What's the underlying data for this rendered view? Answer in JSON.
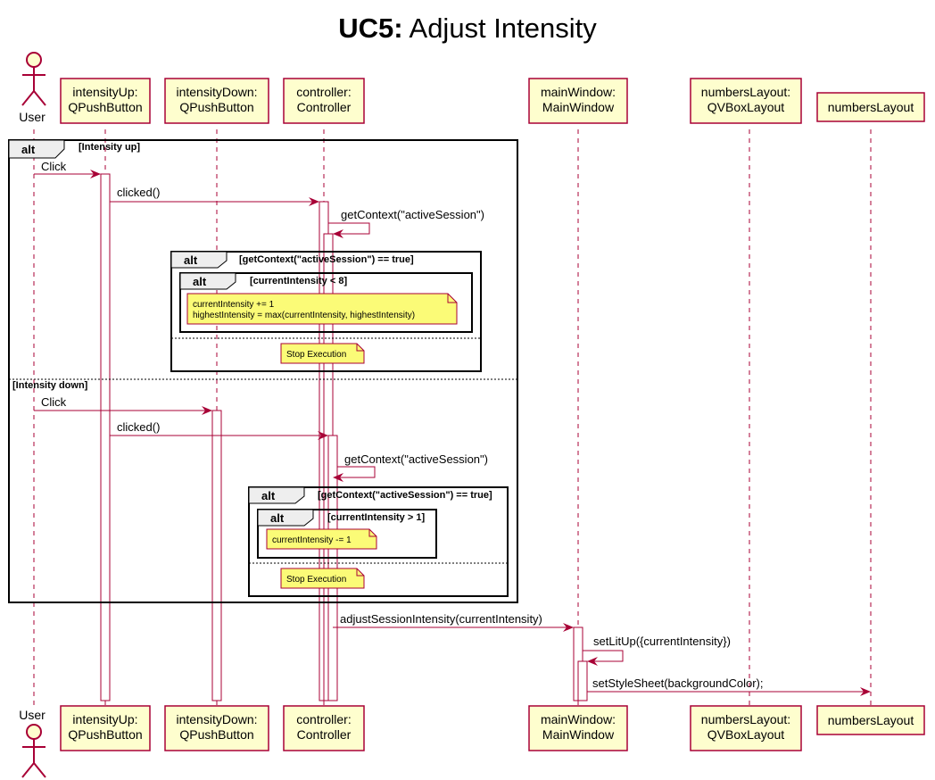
{
  "title": {
    "bold": "UC5:",
    "rest": " Adjust Intensity"
  },
  "actor": {
    "name": "User"
  },
  "participants": [
    {
      "line1": "intensityUp:",
      "line2": "QPushButton"
    },
    {
      "line1": "intensityDown:",
      "line2": "QPushButton"
    },
    {
      "line1": "controller:",
      "line2": "Controller"
    },
    {
      "line1": "mainWindow:",
      "line2": "MainWindow"
    },
    {
      "line1": "numbersLayout:",
      "line2": "QVBoxLayout"
    },
    {
      "line1": "numbersLayout",
      "line2": ""
    }
  ],
  "frames": {
    "outer": {
      "label": "alt",
      "guard1": "[Intensity up]",
      "guard2": "[Intensity down]"
    },
    "up_alt1": {
      "label": "alt",
      "guard": "[getContext(\"activeSession\") == true]"
    },
    "up_alt2": {
      "label": "alt",
      "guard": "[currentIntensity < 8]"
    },
    "down_alt1": {
      "label": "alt",
      "guard": "[getContext(\"activeSession\") == true]"
    },
    "down_alt2": {
      "label": "alt",
      "guard": "[currentIntensity > 1]"
    }
  },
  "notes": {
    "up_increment": {
      "line1": "currentIntensity += 1",
      "line2": "highestIntensity = max(currentIntensity, highestIntensity)"
    },
    "up_stop": "Stop Execution",
    "down_decrement": "currentIntensity -= 1",
    "down_stop": "Stop Execution"
  },
  "messages": [
    "Click",
    "clicked()",
    "getContext(\"activeSession\")",
    "Click",
    "clicked()",
    "getContext(\"activeSession\")",
    "adjustSessionIntensity(currentIntensity)",
    "setLitUp({currentIntensity})",
    "setStyleSheet(backgroundColor);"
  ],
  "colors": {
    "line": "#A80036",
    "participant_fill": "#FEFECE",
    "note_fill": "#FBFB77",
    "frame_tab": "#EEEEEE"
  }
}
